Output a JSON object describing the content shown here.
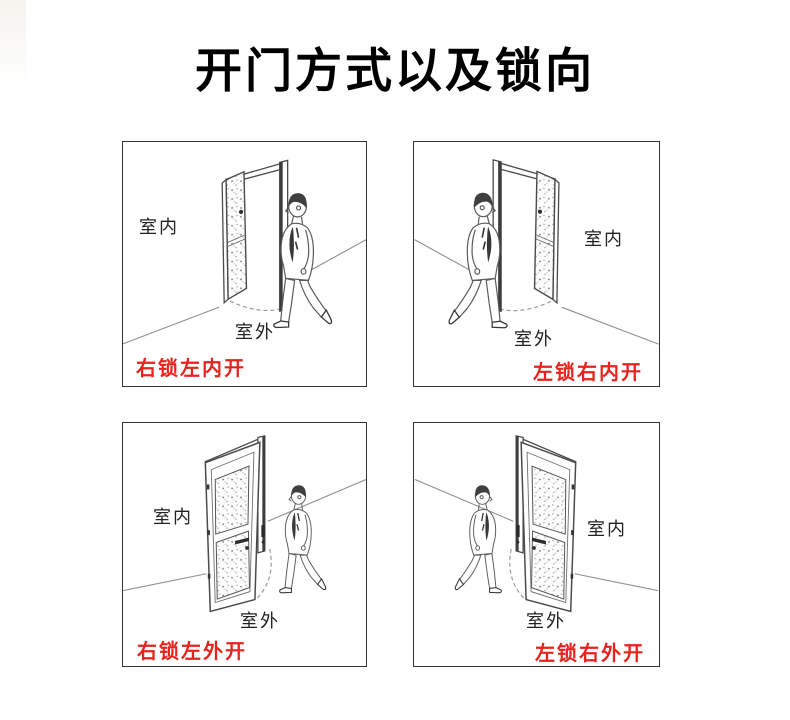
{
  "page": {
    "title": "开门方式以及锁向",
    "background": "#ffffff"
  },
  "colors": {
    "caption_red": "#e8231d",
    "label_dark": "#222222",
    "line_gray": "#555555",
    "panel_border": "#333333"
  },
  "icons": {
    "scene_inward": "door-open-inward-scene",
    "scene_outward": "door-open-outward-scene",
    "person": "walking-person-figure"
  },
  "panels": [
    {
      "position": "top-left",
      "indoor_label": "室内",
      "outdoor_label": "室外",
      "caption": "右锁左内开"
    },
    {
      "position": "top-right",
      "indoor_label": "室内",
      "outdoor_label": "室外",
      "caption": "左锁右内开"
    },
    {
      "position": "bottom-left",
      "indoor_label": "室内",
      "outdoor_label": "室外",
      "caption": "右锁左外开"
    },
    {
      "position": "bottom-right",
      "indoor_label": "室内",
      "outdoor_label": "室外",
      "caption": "左锁右外开"
    }
  ]
}
